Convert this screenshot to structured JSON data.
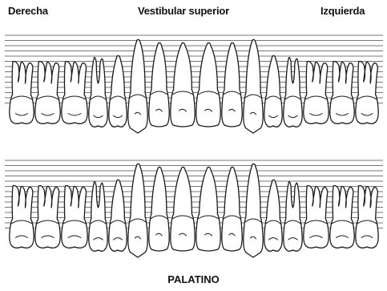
{
  "labels": {
    "left": "Derecha",
    "center": "Vestibular superior",
    "right": "Izquierda",
    "bottom": "PALATINO"
  },
  "colors": {
    "ink": "#1a1a1a",
    "background": "#ffffff"
  }
}
